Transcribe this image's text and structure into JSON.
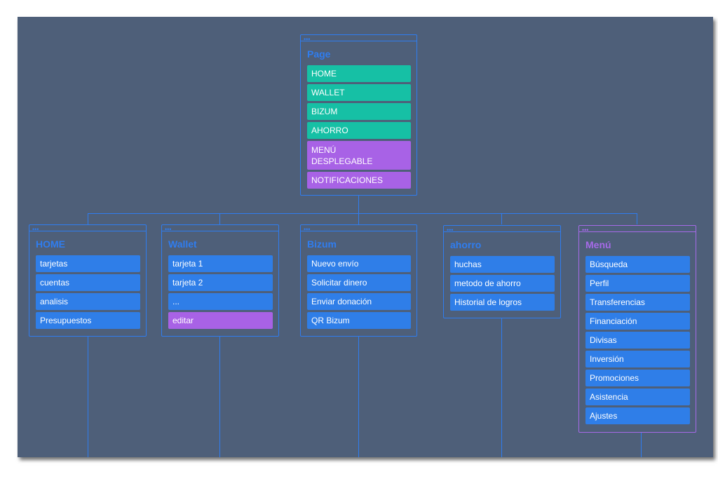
{
  "colors": {
    "background": "#4e5f79",
    "line": "#2f7df0",
    "item_blue": "#2f7ee8",
    "item_teal": "#16c0a5",
    "item_purple": "#a862e6",
    "accent_purple": "#a66ae8"
  },
  "page": {
    "title": "Page",
    "items": [
      "HOME",
      "WALLET",
      "BIZUM",
      "AHORRO",
      "MENÚ DESPLEGABLE",
      "NOTIFICACIONES"
    ]
  },
  "home": {
    "title": "HOME",
    "items": [
      "tarjetas",
      "cuentas",
      "analisis",
      "Presupuestos"
    ]
  },
  "wallet": {
    "title": "Wallet",
    "items": [
      "tarjeta 1",
      "tarjeta 2",
      "...",
      "editar"
    ]
  },
  "bizum": {
    "title": "Bizum",
    "items": [
      "Nuevo envío",
      "Solicitar dinero",
      "Enviar donación",
      "QR Bizum"
    ]
  },
  "ahorro": {
    "title": "ahorro",
    "items": [
      "huchas",
      "metodo de ahorro",
      "Historial de logros"
    ]
  },
  "menu": {
    "title": "Menú",
    "items": [
      "Búsqueda",
      "Perfil",
      "Transferencias",
      "Financiación",
      "Divisas",
      "Inversión",
      "Promociones",
      "Asistencia",
      "Ajustes"
    ]
  }
}
